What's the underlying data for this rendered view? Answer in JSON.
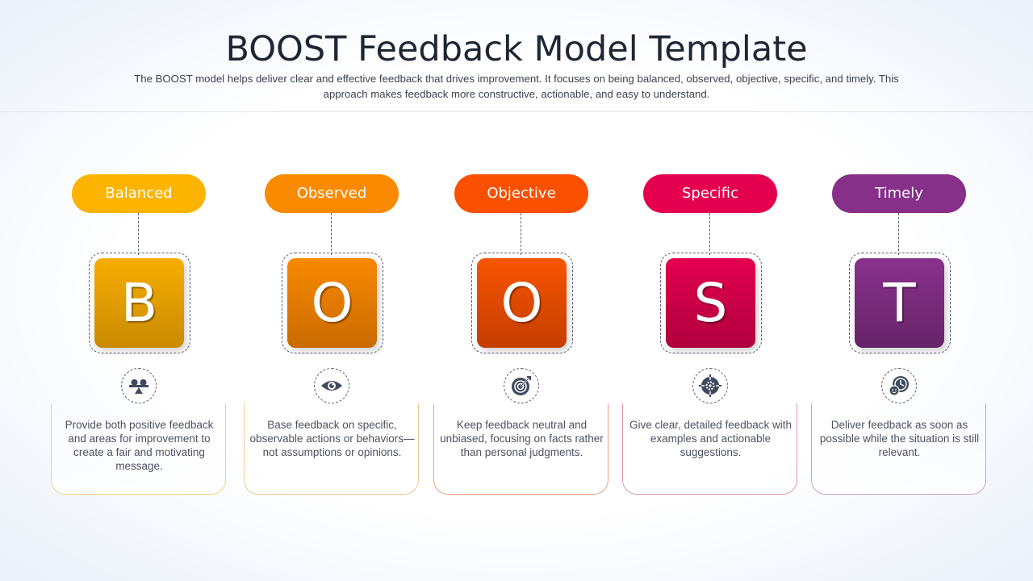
{
  "header": {
    "title": "BOOST Feedback Model Template",
    "subtitle": "The BOOST model helps deliver clear and effective feedback that drives improvement. It focuses on being balanced, observed, objective, specific, and timely. This approach makes feedback more constructive, actionable, and easy to understand."
  },
  "steps": [
    {
      "label": "Balanced",
      "letter": "B",
      "icon": "balance-scale-icon",
      "description": "Provide both positive feedback and areas for improvement to create a fair and motivating message.",
      "color": "#FDB400",
      "gradient_top": "#F8AE00",
      "gradient_bottom": "#C98A00",
      "border_color": "#F4D27A"
    },
    {
      "label": "Observed",
      "letter": "O",
      "icon": "eye-icon",
      "description": "Base feedback on specific, observable actions or behaviors—not assumptions or opinions.",
      "color": "#FA8A00",
      "gradient_top": "#F98900",
      "gradient_bottom": "#C96B00",
      "border_color": "#F2C68A"
    },
    {
      "label": "Objective",
      "letter": "O",
      "icon": "target-icon",
      "description": "Keep feedback neutral and unbiased, focusing on facts rather than personal judgments.",
      "color": "#FB5000",
      "gradient_top": "#F85500",
      "gradient_bottom": "#C43E00",
      "border_color": "#EE9F7F"
    },
    {
      "label": "Specific",
      "letter": "S",
      "icon": "crosshair-gear-icon",
      "description": "Give clear, detailed feedback with examples and actionable suggestions.",
      "color": "#E5004F",
      "gradient_top": "#E3004F",
      "gradient_bottom": "#B0003E",
      "border_color": "#E293AC"
    },
    {
      "label": "Timely",
      "letter": "T",
      "icon": "clock-smile-icon",
      "description": "Deliver feedback as soon as possible while the situation is still relevant.",
      "color": "#86308A",
      "gradient_top": "#8A318D",
      "gradient_bottom": "#662468",
      "border_color": "#C9A1CA"
    }
  ]
}
